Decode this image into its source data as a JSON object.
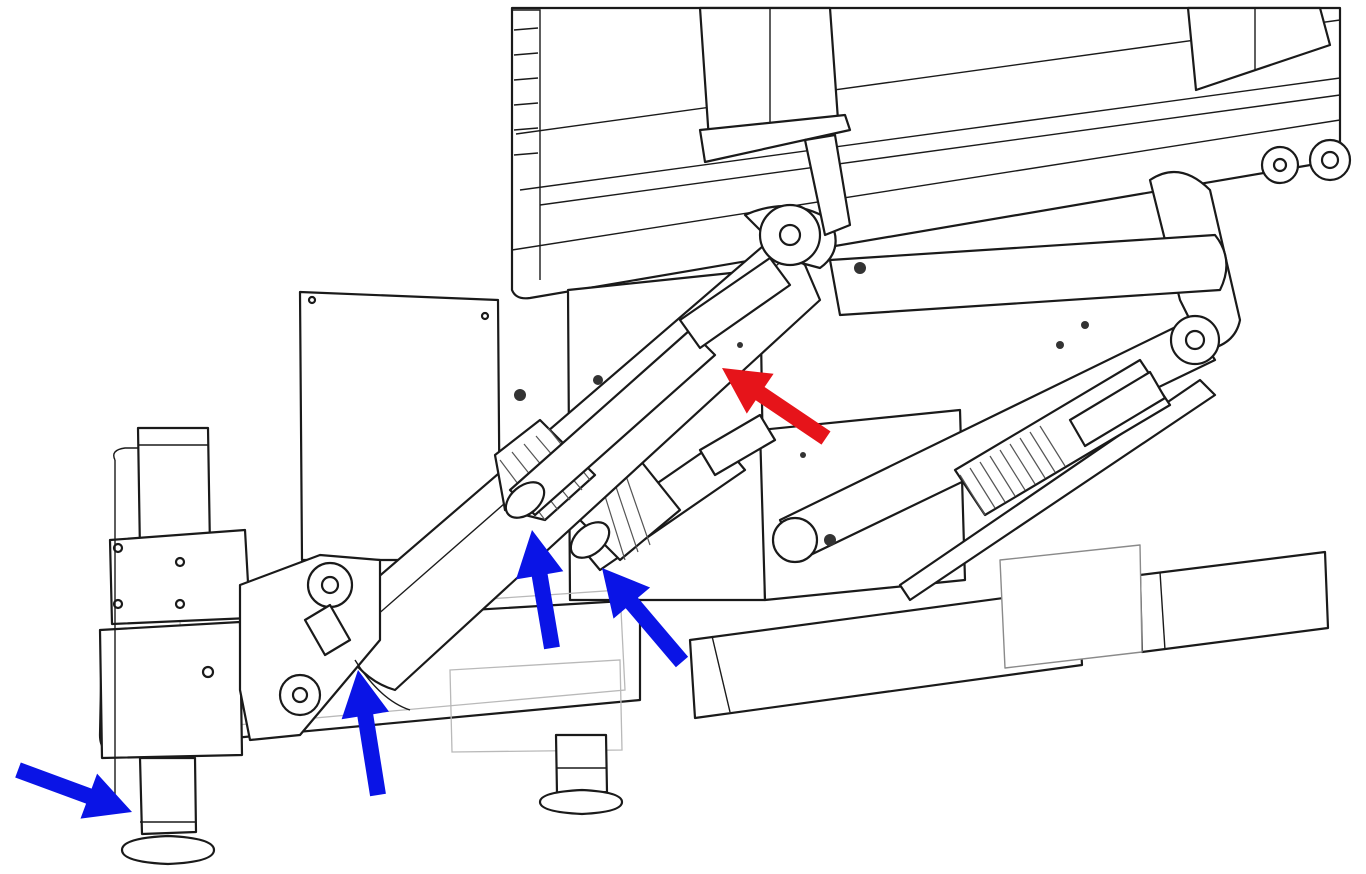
{
  "colors": {
    "background": "#ffffff",
    "line": "#1a1a1a",
    "lubrication_point_arrow": "#0a14e6",
    "highlight_arrow": "#e6141a"
  },
  "arrows": [
    {
      "id": "foot-left",
      "color_key": "lubrication_point_arrow"
    },
    {
      "id": "pivot-lower-left",
      "color_key": "lubrication_point_arrow"
    },
    {
      "id": "cylinder-base-left",
      "color_key": "lubrication_point_arrow"
    },
    {
      "id": "cylinder-base-right",
      "color_key": "lubrication_point_arrow"
    },
    {
      "id": "cylinder-rod",
      "color_key": "highlight_arrow"
    }
  ]
}
